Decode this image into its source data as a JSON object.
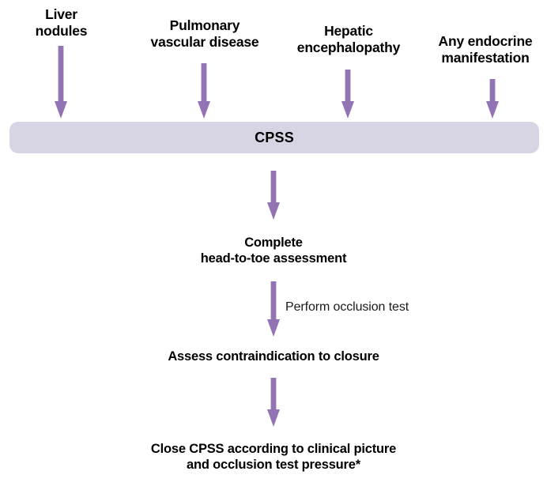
{
  "diagram": {
    "title": "CPSS clinical management flowchart",
    "accent_color": "#9273b4",
    "bar_color": "#d7d5e4",
    "text_color": "#000000",
    "background": "#ffffff"
  },
  "inputs": [
    {
      "id": "liver-nodules",
      "label": "Liver\nnodules"
    },
    {
      "id": "pulmonary-vascular-disease",
      "label": "Pulmonary\nvascular disease"
    },
    {
      "id": "hepatic-encephalopathy",
      "label": "Hepatic\nencephalopathy"
    },
    {
      "id": "any-endocrine-manifestation",
      "label": "Any endocrine\nmanifestation"
    }
  ],
  "central_node": {
    "label": "CPSS"
  },
  "steps": [
    {
      "id": "complete-head-to-toe-assessment",
      "label": "Complete\nhead-to-toe assessment"
    },
    {
      "id": "assess-contraindication-to-closure",
      "label": "Assess contraindication to closure"
    },
    {
      "id": "close-cpss",
      "label": "Close CPSS according to clinical picture\nand occlusion test pressure*"
    }
  ],
  "annotations": [
    {
      "id": "perform-occlusion-test",
      "label": "Perform occlusion test"
    }
  ],
  "arrows": {
    "input_arrows_name": "input-arrow",
    "flow_arrows_name": "flow-arrow"
  }
}
